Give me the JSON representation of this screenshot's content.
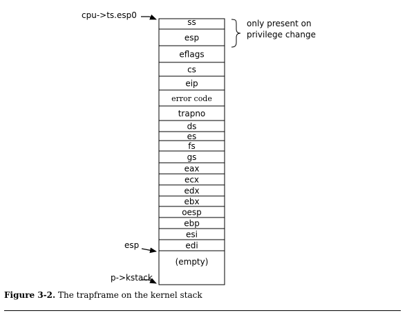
{
  "stack": {
    "fields": [
      {
        "label": "ss",
        "font": "sans"
      },
      {
        "label": "esp",
        "font": "sans"
      },
      {
        "label": "eflags",
        "font": "sans"
      },
      {
        "label": "cs",
        "font": "sans"
      },
      {
        "label": "eip",
        "font": "sans"
      },
      {
        "label": "error code",
        "font": "serif"
      },
      {
        "label": "trapno",
        "font": "sans"
      },
      {
        "label": "ds",
        "font": "sans"
      },
      {
        "label": "es",
        "font": "sans"
      },
      {
        "label": "fs",
        "font": "sans"
      },
      {
        "label": "gs",
        "font": "sans"
      },
      {
        "label": "eax",
        "font": "sans"
      },
      {
        "label": "ecx",
        "font": "sans"
      },
      {
        "label": "edx",
        "font": "sans"
      },
      {
        "label": "ebx",
        "font": "sans"
      },
      {
        "label": "oesp",
        "font": "sans"
      },
      {
        "label": "ebp",
        "font": "sans"
      },
      {
        "label": "esi",
        "font": "sans"
      },
      {
        "label": "edi",
        "font": "sans"
      },
      {
        "label": "(empty)",
        "font": "sans"
      }
    ]
  },
  "pointers": {
    "top": "cpu->ts.esp0",
    "esp": "esp",
    "kstack": "p->kstack"
  },
  "annotation": {
    "line1": "only present on",
    "line2": "privilege change"
  },
  "caption": {
    "label": "Figure 3-2.",
    "text": "The trapframe on the kernel stack"
  }
}
